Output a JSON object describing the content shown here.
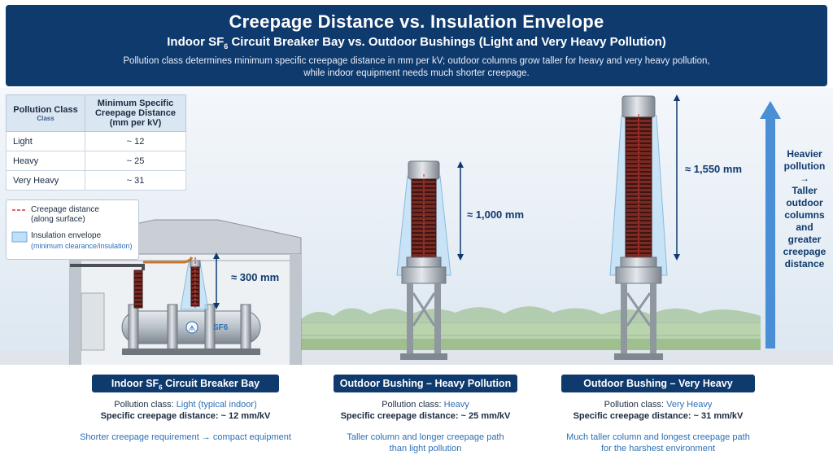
{
  "header": {
    "title": "Creepage Distance vs. Insulation Envelope",
    "subtitle_pre": "Indoor SF",
    "subtitle_sub": "6",
    "subtitle_post": " Circuit Breaker Bay vs. Outdoor Bushings (Light and Very Heavy Pollution)",
    "desc_line1": "Pollution class determines minimum specific creepage distance in mm per kV; outdoor columns grow taller for heavy and very heavy pollution,",
    "desc_line2": "while indoor equipment needs much shorter creepage."
  },
  "table": {
    "col1_header": "Pollution Class",
    "col1_sub": "Class",
    "col2_header": "Minimum Specific Creepage Distance (mm per kV)",
    "rows": [
      {
        "cls": "Light",
        "val": "~ 12"
      },
      {
        "cls": "Heavy",
        "val": "~ 25"
      },
      {
        "cls": "Very Heavy",
        "val": "~ 31"
      }
    ]
  },
  "legend": {
    "creepage_label": "Creepage distance",
    "creepage_sub": "(along surface)",
    "envelope_label": "Insulation envelope",
    "envelope_sub": "(minimum clearance/insulation)"
  },
  "dimensions": {
    "indoor": "≈ 300 mm",
    "heavy": "≈ 1,000 mm",
    "very_heavy": "≈ 1,550 mm"
  },
  "tank_marks": {
    "left": "ᗑ",
    "right": "SF6"
  },
  "arrow_text": [
    "Heavier",
    "pollution",
    "→",
    "Taller",
    "outdoor",
    "columns",
    "and greater",
    "creepage",
    "distance"
  ],
  "panels": [
    {
      "title_pre": "Indoor SF",
      "title_sub": "6",
      "title_post": " Circuit Breaker Bay",
      "class_label": "Pollution class: ",
      "class_value": "Light (typical indoor)",
      "spec": "Specific creepage distance: ~ 12 mm/kV",
      "note1": "Shorter creepage requirement → compact equipment",
      "note2": ""
    },
    {
      "title_pre": "Outdoor Bushing – Heavy Pollution",
      "title_sub": "",
      "title_post": "",
      "class_label": "Pollution class: ",
      "class_value": "Heavy",
      "spec": "Specific creepage distance: ~ 25 mm/kV",
      "note1": "Taller column and longer creepage path",
      "note2": "than light pollution"
    },
    {
      "title_pre": "Outdoor Bushing – Very Heavy Pollution",
      "title_sub": "",
      "title_post": "",
      "class_label": "Pollution class: ",
      "class_value": "Very Heavy",
      "spec": "Specific creepage distance: ~ 31 mm/kV",
      "note1": "Much taller column and longest creepage path",
      "note2": "for the harshest environment"
    }
  ],
  "colors": {
    "navy": "#0f3a6e",
    "accent_blue": "#2d6fb5",
    "creepage_red": "#d9363e",
    "envelope_fill": "#bfe0f7",
    "shed_brown": "#5a1f1a"
  }
}
